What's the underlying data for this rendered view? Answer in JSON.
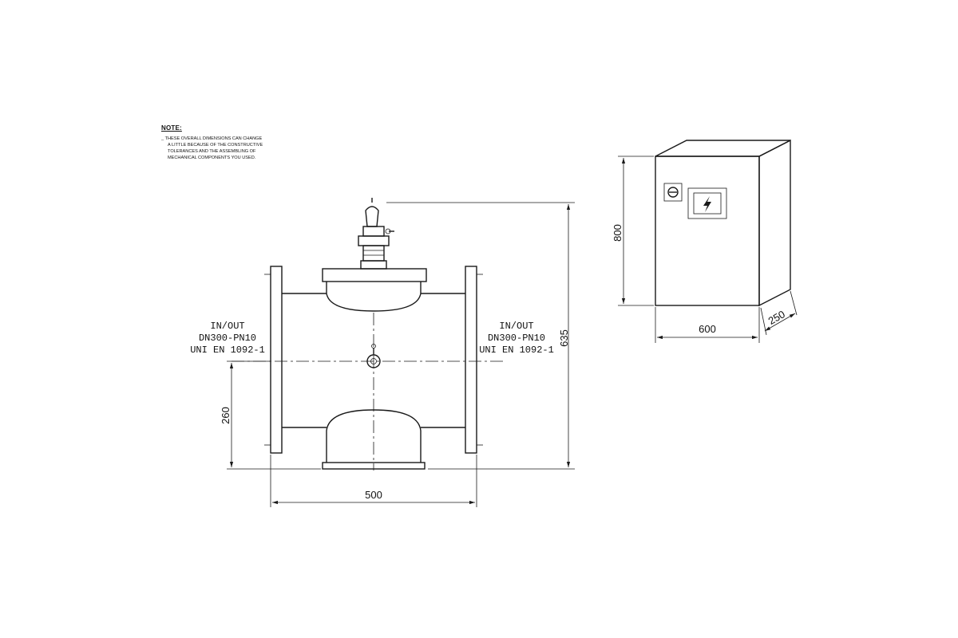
{
  "note": {
    "title": "NOTE:",
    "lines": [
      "_ THESE OVERALL DIMENSIONS CAN CHANGE",
      "A LITTLE BECAUSE OF THE CONSTRUCTIVE",
      "TOLERANCES AND THE ASSEMBLING OF",
      "MECHANICAL COMPONENTS YOU USED."
    ]
  },
  "valve": {
    "left_label": [
      "IN/OUT",
      "DN300-PN10",
      "UNI EN 1092-1"
    ],
    "right_label": [
      "IN/OUT",
      "DN300-PN10",
      "UNI EN 1092-1"
    ],
    "dim_width": "500",
    "dim_height": "635",
    "dim_axis": "260"
  },
  "cabinet": {
    "dim_height": "800",
    "dim_width": "600",
    "dim_depth": "250"
  }
}
